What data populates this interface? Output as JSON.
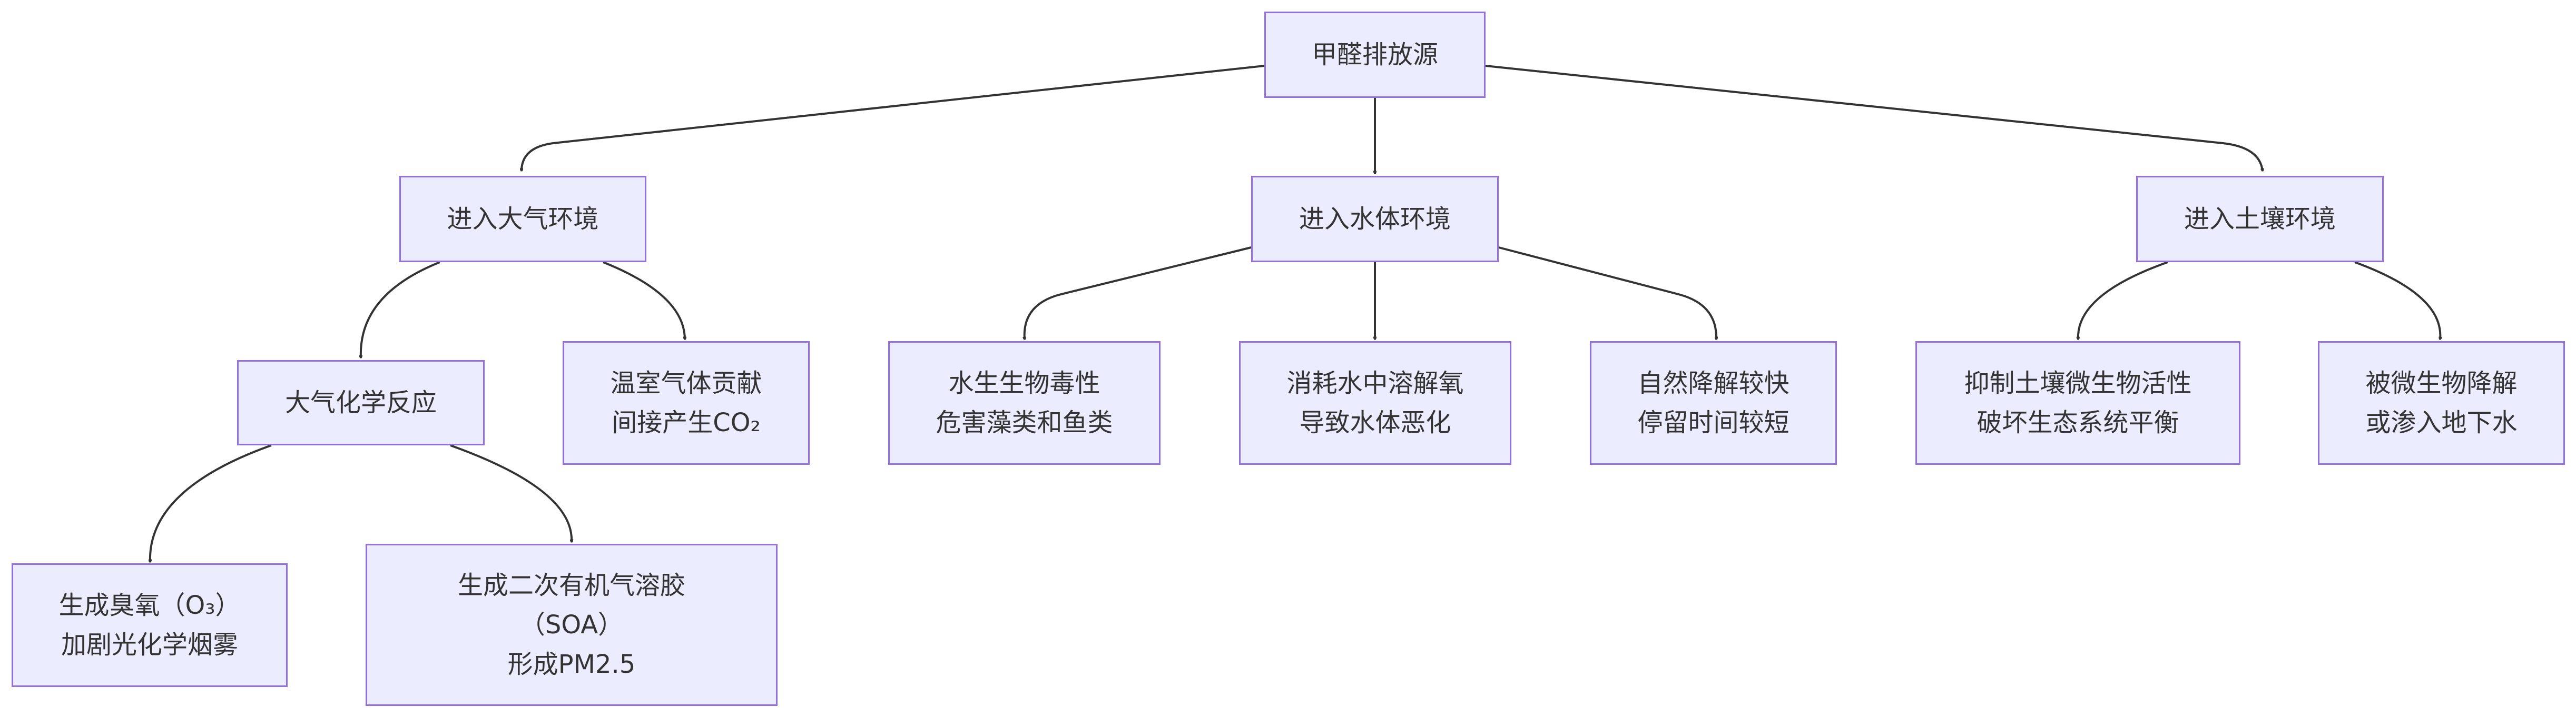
{
  "nodes": {
    "root": {
      "lines": [
        "甲醛排放源"
      ]
    },
    "air": {
      "lines": [
        "进入大气环境"
      ]
    },
    "water": {
      "lines": [
        "进入水体环境"
      ]
    },
    "soil": {
      "lines": [
        "进入土壤环境"
      ]
    },
    "air_chem": {
      "lines": [
        "大气化学反应"
      ]
    },
    "greenhouse": {
      "lines": [
        "温室气体贡献",
        "间接产生CO₂"
      ]
    },
    "aquatic_tox": {
      "lines": [
        "水生生物毒性",
        "危害藻类和鱼类"
      ]
    },
    "oxygen": {
      "lines": [
        "消耗水中溶解氧",
        "导致水体恶化"
      ]
    },
    "degrade": {
      "lines": [
        "自然降解较快",
        "停留时间较短"
      ]
    },
    "soil_microbe": {
      "lines": [
        "抑制土壤微生物活性",
        "破坏生态系统平衡"
      ]
    },
    "soil_degrade": {
      "lines": [
        "被微生物降解",
        "或渗入地下水"
      ]
    },
    "ozone": {
      "lines": [
        "生成臭氧（O₃）",
        "加剧光化学烟雾"
      ]
    },
    "soa": {
      "lines": [
        "生成二次有机气溶胶",
        "（SOA）",
        "形成PM2.5"
      ]
    }
  },
  "colors": {
    "node_fill": "#ECECFF",
    "node_border": "#9370DB",
    "edge": "#333333",
    "text": "#333333"
  }
}
